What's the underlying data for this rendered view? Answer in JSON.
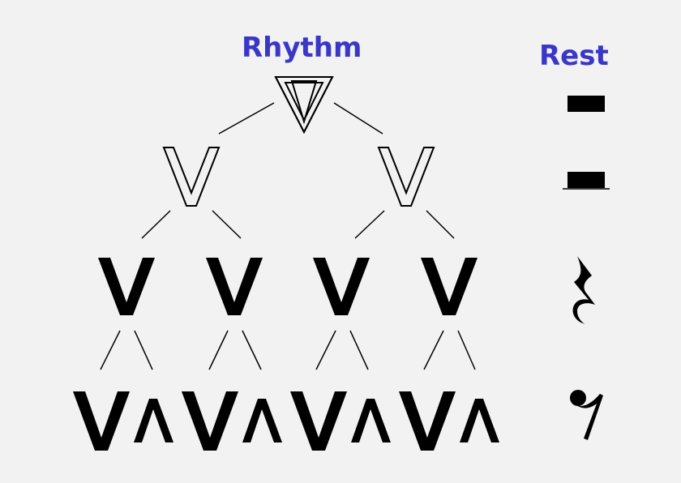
{
  "titles": {
    "rhythm": "Rhythm",
    "rest": "Rest"
  },
  "colors": {
    "heading": "#3a37c8",
    "ink": "#000000",
    "background": "#f2f2f2"
  },
  "tree": {
    "level_1": [
      "whole-note-symbol"
    ],
    "level_2": [
      "half-note-symbol",
      "half-note-symbol"
    ],
    "level_3": [
      "quarter-note-symbol",
      "quarter-note-symbol",
      "quarter-note-symbol",
      "quarter-note-symbol"
    ],
    "level_4": [
      "eighth-down",
      "eighth-up",
      "eighth-down",
      "eighth-up",
      "eighth-down",
      "eighth-up",
      "eighth-down",
      "eighth-up"
    ]
  },
  "rests": [
    "whole-rest-icon",
    "half-rest-icon",
    "quarter-rest-icon",
    "eighth-rest-icon"
  ]
}
